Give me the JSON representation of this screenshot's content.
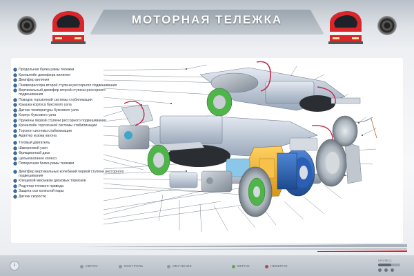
{
  "header": {
    "title": "МОТОРНАЯ ТЕЛЕЖКА"
  },
  "labels": [
    "Продольная балка рамы тележки",
    "Кронштейн демпфера виляния",
    "Демпфер виляния",
    "Пневморессора второй ступени рессорного подвешивания",
    "Вертикальный демпфер второй ступени рессорного подвешивания",
    "Поводок торсионной системы стабилизации",
    "Крышка корпуса буксового узла",
    "Датчик температуры буксового узла",
    "Корпус буксового узла",
    "Пружины первой ступени рессорного подвешивания",
    "Кронштейн торсионной системы стабилизации",
    "Торсион системы стабилизации",
    "Адаптер кузова вагона",
    "Тяговый двигатель",
    "Шкворневой узел",
    "Фрикционный диск",
    "Цельнокатаное колесо",
    "Поперечная балка рамы тележки",
    "Демпфер вертикальных колебаний первой ступени рессорного подвешивания",
    "Клещевой механизм дисковых тормозов",
    "Редуктор тягового привода",
    "Защита оси колесной пары",
    "Датчик скорости"
  ],
  "nav": {
    "info": "i",
    "reset": "СБРОС",
    "control": "КОНТРОЛЬ",
    "learning": "ОБУЧЕНИЕ",
    "correct": "ВЕРНО",
    "incorrect": "НЕВЕРНО"
  },
  "progress": {
    "label": "ПРОГРЕСС",
    "fraction": 0.6
  },
  "colors": {
    "accent": "#3a6fa7",
    "train_red": "#d8262b",
    "motor_blue": "#2c5fb3",
    "gearbox_yellow": "#f0b428",
    "disc_green": "#4fb54a",
    "pneumatic_dark": "#2a2e33",
    "frame_light": "#c7d2e0"
  },
  "icons": {
    "info": "info-icon",
    "speaker": "speaker-icon",
    "train": "train-icon"
  }
}
